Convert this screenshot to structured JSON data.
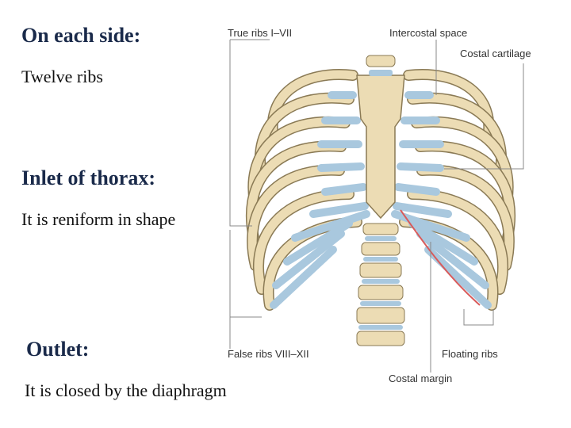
{
  "slide": {
    "sections": [
      {
        "heading": "On each side:",
        "text": "Twelve ribs"
      },
      {
        "heading": "Inlet of thorax:",
        "text": "It is reniform in shape"
      },
      {
        "heading": "Outlet:",
        "text": "It is closed by the diaphragm"
      }
    ]
  },
  "diagram": {
    "labels": {
      "true_ribs": "True ribs I–VII",
      "intercostal_space": "Intercostal space",
      "costal_cartilage": "Costal cartilage",
      "false_ribs": "False ribs VIII–XII",
      "floating_ribs": "Floating ribs",
      "costal_margin": "Costal margin"
    },
    "colors": {
      "bone": "#ecdcb4",
      "bone_outline": "#8a7a55",
      "cartilage": "#a9c8de",
      "costal_margin_line": "#d95b5b",
      "leader_line": "#888888"
    }
  }
}
